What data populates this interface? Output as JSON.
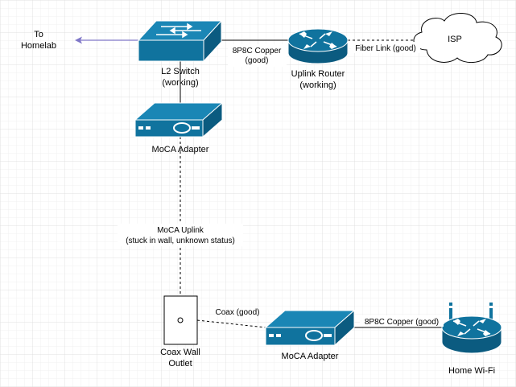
{
  "colors": {
    "device": "#10739e",
    "device_dark": "#0b5b80",
    "arrow": "#7f77c8",
    "line": "#000000",
    "grid_minor": "#eeeeee",
    "grid_major": "#dddddd"
  },
  "nodes": {
    "to_homelab": {
      "line1": "To",
      "line2": "Homelab"
    },
    "l2_switch": {
      "line1": "L2 Switch",
      "line2": "(working)",
      "icon": "network-switch-icon"
    },
    "uplink_router": {
      "line1": "Uplink Router",
      "line2": "(working)",
      "icon": "router-icon"
    },
    "isp": {
      "label": "ISP",
      "icon": "cloud-icon"
    },
    "moca_top": {
      "label": "MoCA Adapter",
      "icon": "moca-adapter-icon"
    },
    "coax_outlet": {
      "line1": "Coax Wall",
      "line2": "Outlet",
      "icon": "wall-outlet-icon"
    },
    "moca_bottom": {
      "label": "MoCA Adapter",
      "icon": "moca-adapter-icon"
    },
    "home_wifi": {
      "label": "Home Wi-Fi",
      "icon": "wireless-router-icon"
    }
  },
  "edges": {
    "switch_router": {
      "line1": "8P8C Copper",
      "line2": "(good)"
    },
    "router_isp": {
      "label": "Fiber Link (good)"
    },
    "moca_uplink": {
      "line1": "MoCA Uplink",
      "line2": "(stuck in wall, unknown status)"
    },
    "coax": {
      "label": "Coax (good)"
    },
    "moca_wifi": {
      "label": "8P8C Copper (good)"
    }
  }
}
